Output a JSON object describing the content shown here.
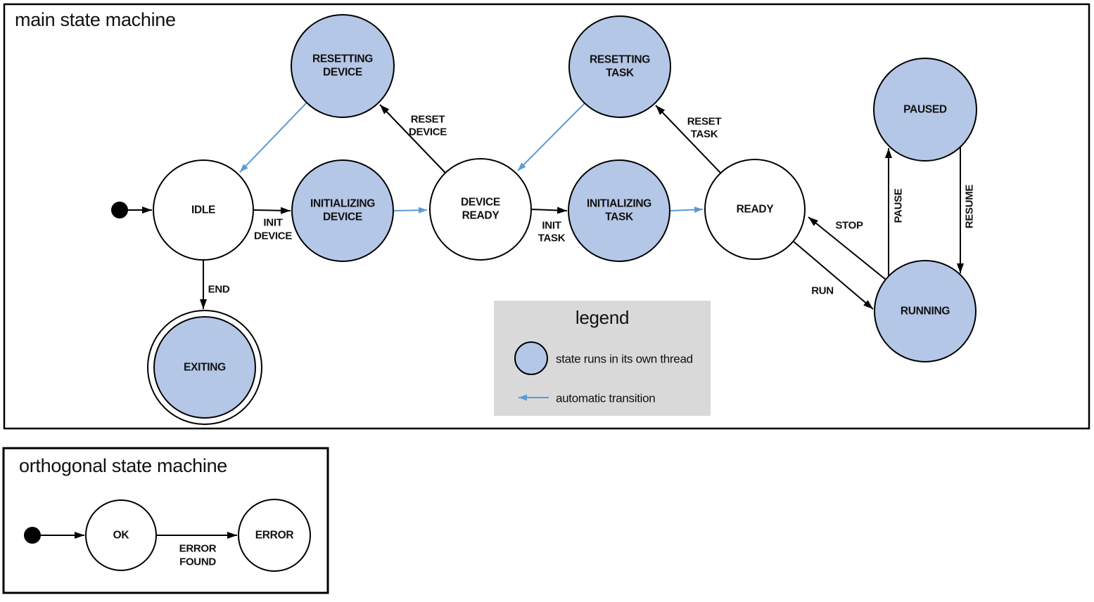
{
  "colors": {
    "threaded_state_fill": "#b4c7e7",
    "state_stroke": "#000000",
    "auto_transition_blue": "#5b9bd5",
    "legend_background": "#d9d9d9"
  },
  "main": {
    "title": "main state machine",
    "states": {
      "idle": {
        "label": "IDLE"
      },
      "resetting_device": {
        "line1": "RESETTING",
        "line2": "DEVICE"
      },
      "initializing_device": {
        "line1": "INITIALIZING",
        "line2": "DEVICE"
      },
      "device_ready": {
        "line1": "DEVICE",
        "line2": "READY"
      },
      "resetting_task": {
        "line1": "RESETTING",
        "line2": "TASK"
      },
      "initializing_task": {
        "line1": "INITIALIZING",
        "line2": "TASK"
      },
      "ready": {
        "label": "READY"
      },
      "paused": {
        "label": "PAUSED"
      },
      "running": {
        "label": "RUNNING"
      },
      "exiting": {
        "label": "EXITING"
      }
    },
    "transitions": {
      "init_device": {
        "from": "IDLE",
        "to": "INITIALIZING DEVICE",
        "line1": "INIT",
        "line2": "DEVICE"
      },
      "auto_device_ready": {
        "from": "INITIALIZING DEVICE",
        "to": "DEVICE READY",
        "label": "",
        "auto": true
      },
      "reset_device": {
        "from": "DEVICE READY",
        "to": "RESETTING DEVICE",
        "line1": "RESET",
        "line2": "DEVICE"
      },
      "auto_idle": {
        "from": "RESETTING DEVICE",
        "to": "IDLE",
        "label": "",
        "auto": true
      },
      "init_task": {
        "from": "DEVICE READY",
        "to": "INITIALIZING TASK",
        "line1": "INIT",
        "line2": "TASK"
      },
      "auto_ready": {
        "from": "INITIALIZING TASK",
        "to": "READY",
        "label": "",
        "auto": true
      },
      "reset_task": {
        "from": "READY",
        "to": "RESETTING TASK",
        "line1": "RESET",
        "line2": "TASK"
      },
      "auto_device_ready2": {
        "from": "RESETTING TASK",
        "to": "DEVICE READY",
        "label": "",
        "auto": true
      },
      "run": {
        "from": "READY",
        "to": "RUNNING",
        "label": "RUN"
      },
      "stop": {
        "from": "RUNNING",
        "to": "READY",
        "label": "STOP"
      },
      "pause": {
        "from": "RUNNING",
        "to": "PAUSED",
        "label": "PAUSE"
      },
      "resume": {
        "from": "PAUSED",
        "to": "RUNNING",
        "label": "RESUME"
      },
      "end": {
        "from": "IDLE",
        "to": "EXITING",
        "label": "END"
      }
    }
  },
  "legend": {
    "title": "legend",
    "threaded_item": "state runs in its own thread",
    "auto_item": "automatic transition"
  },
  "orthogonal": {
    "title": "orthogonal state machine",
    "states": {
      "ok": {
        "label": "OK"
      },
      "error": {
        "label": "ERROR"
      }
    },
    "transitions": {
      "error_found": {
        "from": "OK",
        "to": "ERROR",
        "line1": "ERROR",
        "line2": "FOUND"
      }
    }
  }
}
